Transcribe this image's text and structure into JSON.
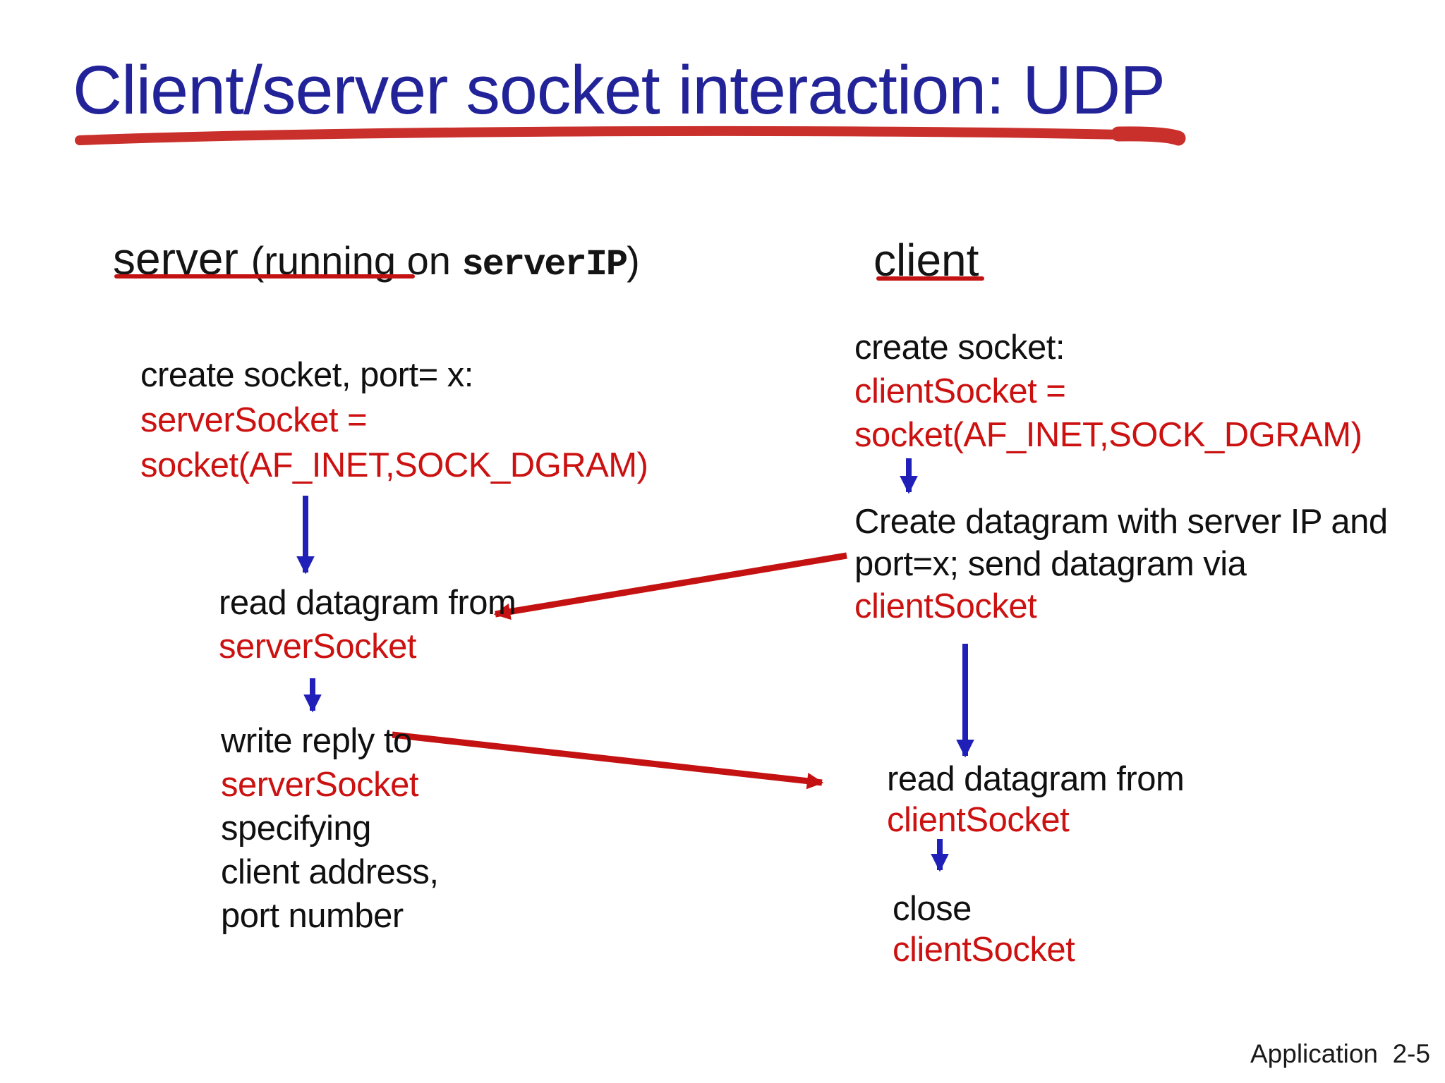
{
  "title": {
    "text": "Client/server socket interaction: UDP"
  },
  "server": {
    "header": {
      "main": "server ",
      "note_prefix": "(running on ",
      "note_code": "serverIP",
      "note_suffix": ")"
    },
    "step1": {
      "line1": "create socket, port= x:",
      "code1": "serverSocket =",
      "code2": "socket(AF_INET,SOCK_DGRAM)"
    },
    "step2": {
      "line1": "read datagram from",
      "code": "serverSocket"
    },
    "step3": {
      "line1": "write reply to",
      "code": "serverSocket",
      "line2": "specifying",
      "line3": "client address,",
      "line4": "port number"
    }
  },
  "client": {
    "header": {
      "main": "client"
    },
    "step1": {
      "line1": "create socket:",
      "code1": "clientSocket =",
      "code2": "socket(AF_INET,SOCK_DGRAM)"
    },
    "step2": {
      "line1": "Create datagram with server IP and",
      "line2": "port=x; send datagram via",
      "code": "clientSocket"
    },
    "step3": {
      "line1": "read datagram from",
      "code": "clientSocket"
    },
    "step4": {
      "line1": "close",
      "code": "clientSocket"
    }
  },
  "footer": {
    "page_label": "Application  2-5"
  },
  "colors": {
    "title_blue": "#232399",
    "text_black": "#101010",
    "text_red": "#cc1111",
    "arrow_blue": "#2020b8",
    "arrow_red": "#c41212",
    "swoosh_red": "#c9302c"
  }
}
